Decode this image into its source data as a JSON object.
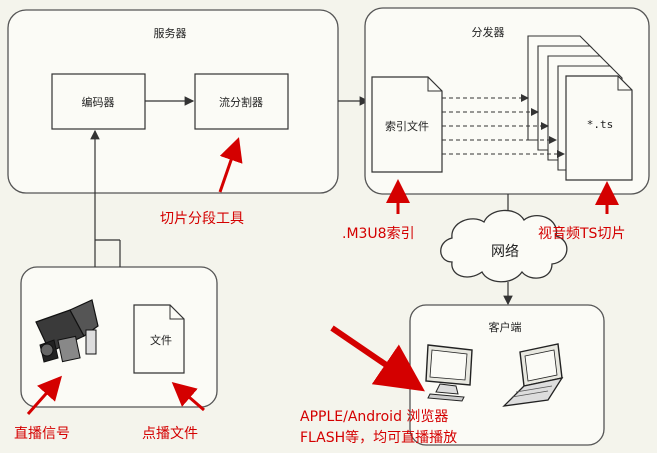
{
  "diagram": {
    "server_title": "服务器",
    "encoder": "编码器",
    "stream_segmenter": "流分割器",
    "distributor_title": "分发器",
    "index_file": "索引文件",
    "ts_file": "*.ts",
    "network": "网络",
    "client_title": "客户端",
    "file": "文件"
  },
  "annotations": {
    "segment_tool": "切片分段工具",
    "m3u8_index": ".M3U8索引",
    "ts_slices": "视音频TS切片",
    "live_signal": "直播信号",
    "vod_file": "点播文件",
    "client_line1": "APPLE/Android  浏览器",
    "client_line2": "FLASH等，均可直播播放"
  },
  "colors": {
    "annotation": "#d40000",
    "line": "#333333",
    "box_fill": "#fbfbf6"
  }
}
